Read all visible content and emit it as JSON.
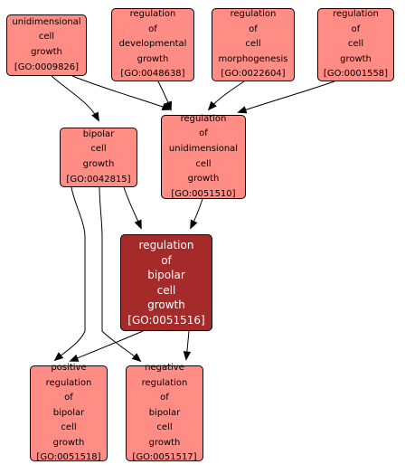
{
  "colors": {
    "node_fill": "#ff8c85",
    "focus_fill": "#a52a2a",
    "node_text": "#000000",
    "focus_text": "#ffffff",
    "edge": "#000000"
  },
  "nodes": [
    {
      "id": "n9826",
      "label": "unidimensional\ncell\ngrowth\n[GO:0009826]"
    },
    {
      "id": "n48638",
      "label": "regulation\nof\ndevelopmental\ngrowth\n[GO:0048638]"
    },
    {
      "id": "n22604",
      "label": "regulation\nof\ncell\nmorphogenesis\n[GO:0022604]"
    },
    {
      "id": "n1558",
      "label": "regulation\nof\ncell\ngrowth\n[GO:0001558]"
    },
    {
      "id": "n42815",
      "label": "bipolar\ncell\ngrowth\n[GO:0042815]"
    },
    {
      "id": "n51510",
      "label": "regulation\nof\nunidimensional\ncell\ngrowth\n[GO:0051510]"
    },
    {
      "id": "n51516",
      "label": "regulation\nof\nbipolar\ncell\ngrowth\n[GO:0051516]",
      "focus": true
    },
    {
      "id": "n51518",
      "label": "positive\nregulation\nof\nbipolar\ncell\ngrowth\n[GO:0051518]"
    },
    {
      "id": "n51517",
      "label": "negative\nregulation\nof\nbipolar\ncell\ngrowth\n[GO:0051517]"
    }
  ],
  "edges": [
    {
      "from": "n9826",
      "to": "n42815"
    },
    {
      "from": "n9826",
      "to": "n51510"
    },
    {
      "from": "n48638",
      "to": "n51510"
    },
    {
      "from": "n22604",
      "to": "n51510"
    },
    {
      "from": "n1558",
      "to": "n51510"
    },
    {
      "from": "n42815",
      "to": "n51516"
    },
    {
      "from": "n51510",
      "to": "n51516"
    },
    {
      "from": "n42815",
      "to": "n51518"
    },
    {
      "from": "n42815",
      "to": "n51517"
    },
    {
      "from": "n51516",
      "to": "n51518"
    },
    {
      "from": "n51516",
      "to": "n51517"
    }
  ]
}
